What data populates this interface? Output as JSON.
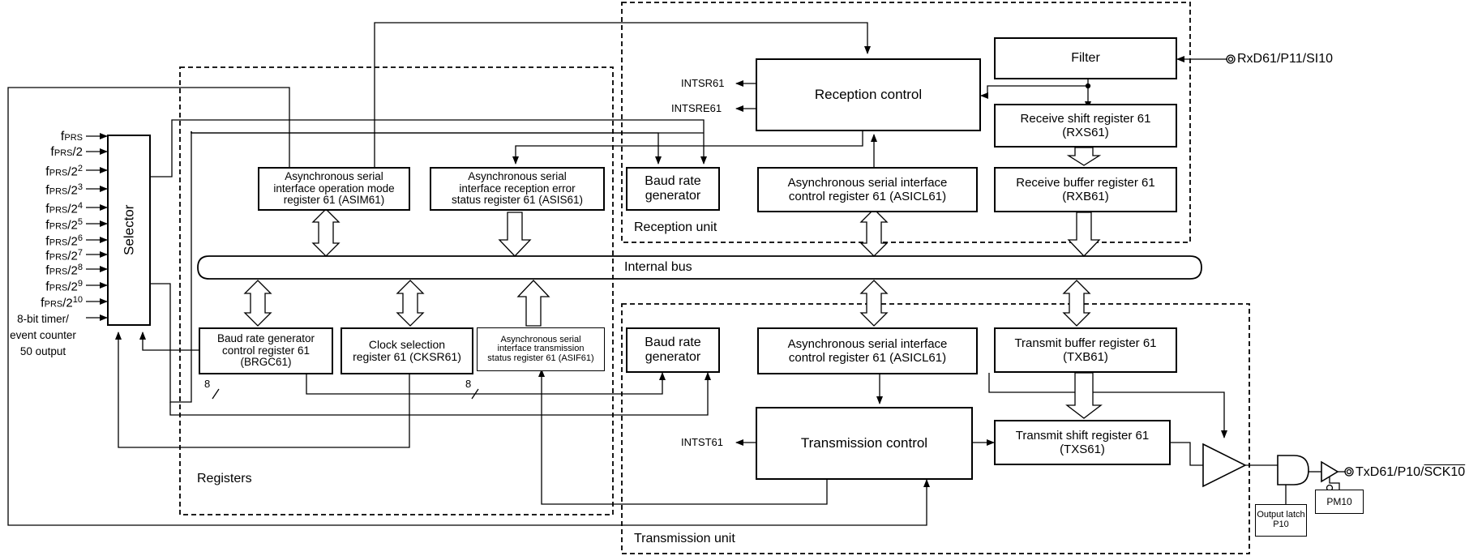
{
  "regions": {
    "registers": "Registers",
    "reception_unit": "Reception unit",
    "transmission_unit": "Transmission unit",
    "internal_bus": "Internal bus"
  },
  "blocks": {
    "selector": "Selector",
    "asim61": [
      "Asynchronous serial",
      "interface operation mode",
      "register 61 (ASIM61)"
    ],
    "asis61": [
      "Asynchronous serial",
      "interface reception error",
      "status register 61 (ASIS61)"
    ],
    "baud_gen_rx": [
      "Baud rate",
      "generator"
    ],
    "asicl61_rx": [
      "Asynchronous serial interface",
      "control register 61 (ASICL61)"
    ],
    "rxb61": [
      "Receive buffer register 61",
      "(RXB61)"
    ],
    "reception_control": "Reception control",
    "filter": "Filter",
    "rxs61": [
      "Receive shift register 61",
      "(RXS61)"
    ],
    "brgc61": [
      "Baud rate generator",
      "control register 61",
      "(BRGC61)"
    ],
    "cksr61": [
      "Clock selection",
      "register 61 (CKSR61)"
    ],
    "asif61": [
      "Asynchronous serial",
      "interface transmission",
      "status register 61 (ASIF61)"
    ],
    "baud_gen_tx": [
      "Baud rate",
      "generator"
    ],
    "asicl61_tx": [
      "Asynchronous serial interface",
      "control register 61 (ASICL61)"
    ],
    "txb61": [
      "Transmit buffer register 61",
      "(TXB61)"
    ],
    "transmission_control": "Transmission control",
    "txs61": [
      "Transmit shift register 61",
      "(TXS61)"
    ],
    "output_latch": [
      "Output latch",
      "P10"
    ],
    "pm10": "PM10"
  },
  "signals": {
    "intsr61": "INTSR61",
    "intsre61": "INTSRE61",
    "intst61": "INTST61",
    "rxd_pin": "RxD61/P11/SI10",
    "txd_pin_prefix": "TxD61/P10/",
    "txd_pin_overline": "SCK10",
    "bus_width_1": "8",
    "bus_width_2": "8"
  },
  "selector_inputs": [
    {
      "base": "f",
      "sub": "PRS",
      "tail": "",
      "sup": ""
    },
    {
      "base": "f",
      "sub": "PRS",
      "tail": "/2",
      "sup": ""
    },
    {
      "base": "f",
      "sub": "PRS",
      "tail": "/2",
      "sup": "2"
    },
    {
      "base": "f",
      "sub": "PRS",
      "tail": "/2",
      "sup": "3"
    },
    {
      "base": "f",
      "sub": "PRS",
      "tail": "/2",
      "sup": "4"
    },
    {
      "base": "f",
      "sub": "PRS",
      "tail": "/2",
      "sup": "5"
    },
    {
      "base": "f",
      "sub": "PRS",
      "tail": "/2",
      "sup": "6"
    },
    {
      "base": "f",
      "sub": "PRS",
      "tail": "/2",
      "sup": "7"
    },
    {
      "base": "f",
      "sub": "PRS",
      "tail": "/2",
      "sup": "8"
    },
    {
      "base": "f",
      "sub": "PRS",
      "tail": "/2",
      "sup": "9"
    },
    {
      "base": "f",
      "sub": "PRS",
      "tail": "/2",
      "sup": "10"
    }
  ],
  "timer_input": [
    "8-bit timer/",
    "event counter",
    "50 output"
  ]
}
